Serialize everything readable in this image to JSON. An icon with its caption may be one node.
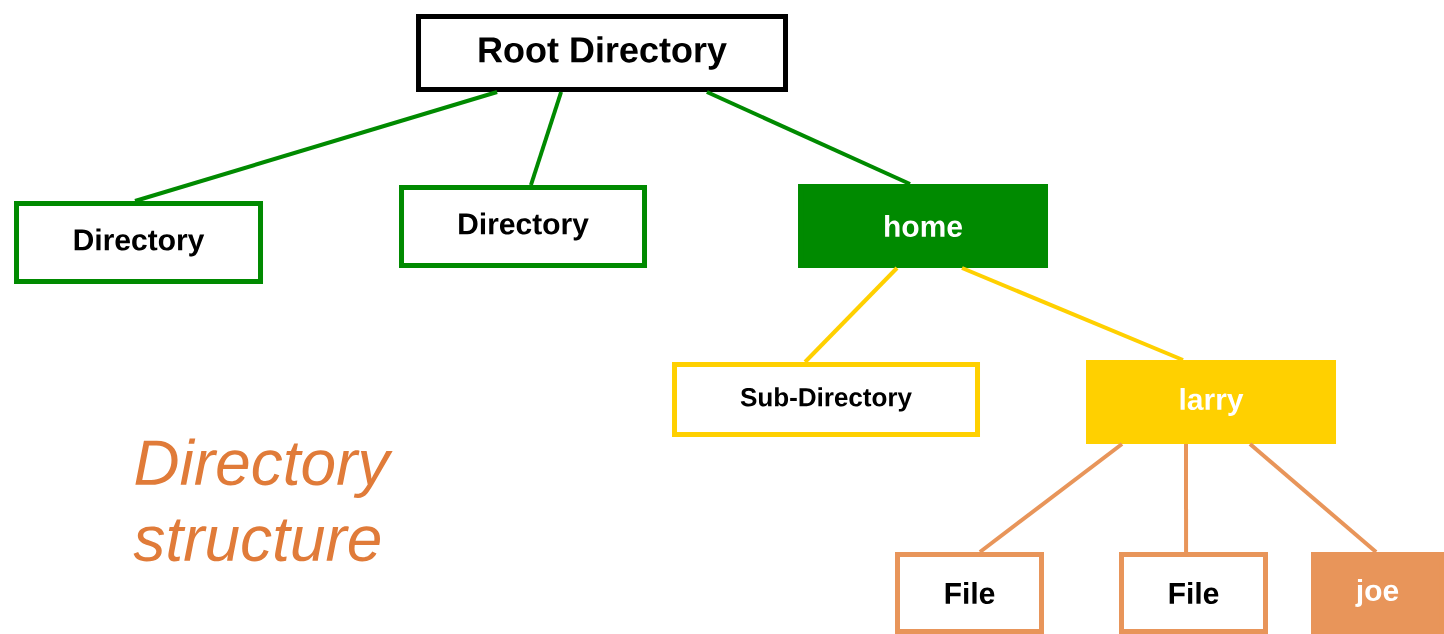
{
  "diagram": {
    "title": "Directory structure",
    "nodes": [
      {
        "text": [
          "Root Directory"
        ]
      },
      {
        "text": [
          "Directory"
        ]
      },
      {
        "text": [
          "Directory"
        ]
      },
      {
        "text": [
          "home"
        ]
      },
      {
        "text": [
          "Sub-Directory"
        ]
      },
      {
        "text": [
          "larry"
        ]
      },
      {
        "text": [
          "File"
        ]
      },
      {
        "text": [
          "File"
        ]
      },
      {
        "text": [
          "joe"
        ]
      }
    ],
    "edges": [
      {
        "from": 0,
        "to": 1,
        "arrow": "none",
        "color": "#008a00"
      },
      {
        "from": 0,
        "to": 2,
        "arrow": "none",
        "color": "#008a00"
      },
      {
        "from": 0,
        "to": 3,
        "arrow": "none",
        "color": "#008a00"
      },
      {
        "from": 3,
        "to": 4,
        "arrow": "none",
        "color": "#ffd000"
      },
      {
        "from": 3,
        "to": 5,
        "arrow": "none",
        "color": "#ffd000"
      },
      {
        "from": 5,
        "to": 6,
        "arrow": "none",
        "color": "#e8955a"
      },
      {
        "from": 5,
        "to": 7,
        "arrow": "none",
        "color": "#e8955a"
      },
      {
        "from": 5,
        "to": 8,
        "arrow": "none",
        "color": "#e8955a"
      }
    ]
  }
}
